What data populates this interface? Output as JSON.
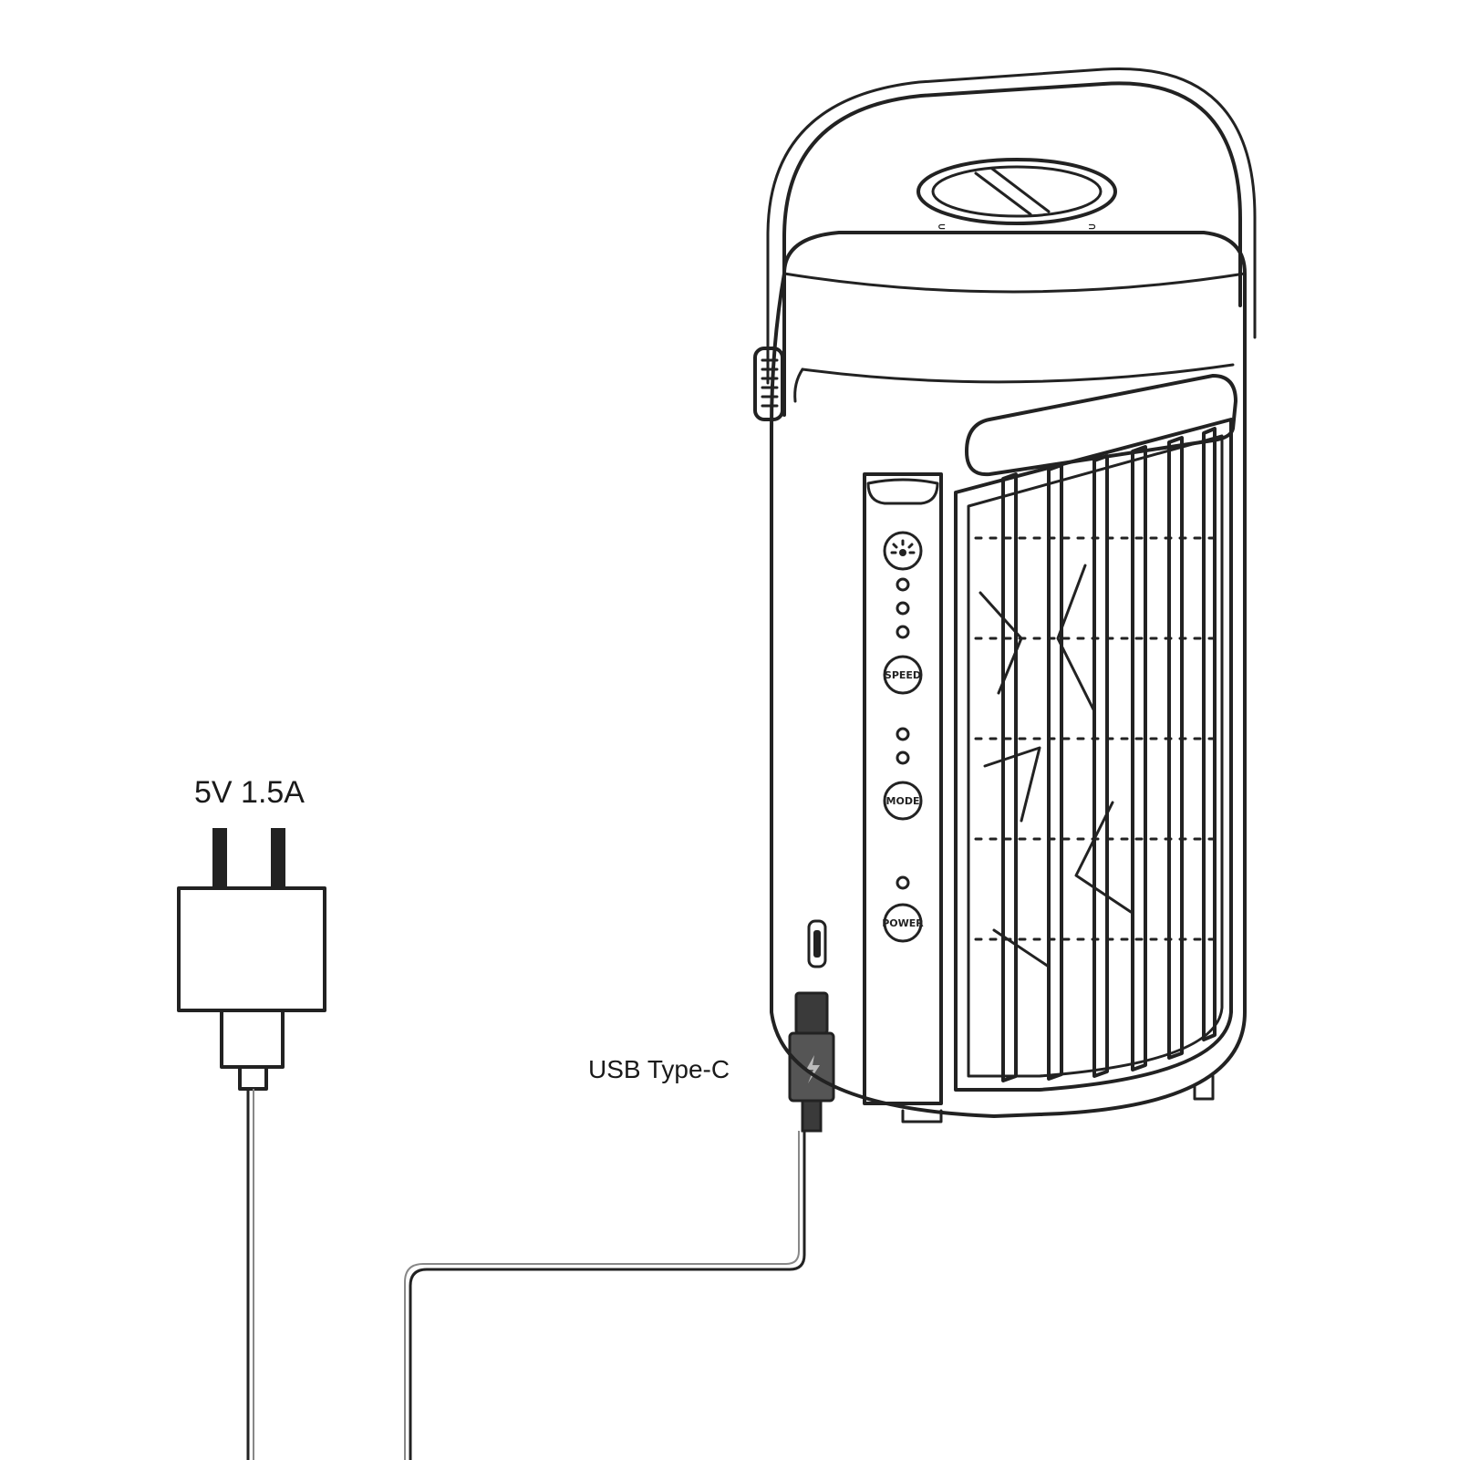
{
  "labels": {
    "adapter_rating": "5V 1.5A",
    "connector_type": "USB Type-C"
  },
  "panel_buttons": {
    "light": "",
    "speed": "SPEED",
    "mode": "MODE",
    "power": "POWER"
  },
  "icons": [
    "light-icon",
    "charging-bolt-icon"
  ],
  "colors": {
    "line": "#222222",
    "background": "#ffffff",
    "connector_fill": "#555555"
  }
}
